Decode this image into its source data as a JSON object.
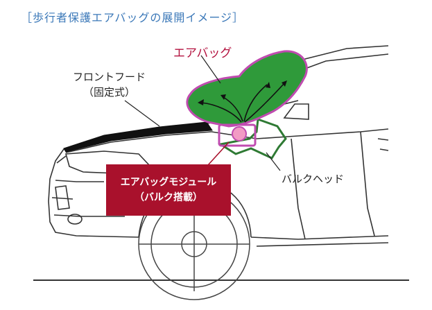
{
  "caption": "［歩行者保護エアバッグの展開イメージ］",
  "labels": {
    "airbag": "エアバッグ",
    "front_hood_line1": "フロントフード",
    "front_hood_line2": "（固定式）",
    "bulkhead": "バルクヘッド",
    "module_line1": "エアバッグモジュール",
    "module_line2": "（バルク搭載）"
  },
  "colors": {
    "caption": "#3b78b8",
    "airbag_label": "#b3123f",
    "airbag_fill": "#2f9a3a",
    "airbag_outline": "#c04bb0",
    "module_box": "#a9112c",
    "bulkhead": "#2f7a34",
    "car_line": "#333333"
  }
}
